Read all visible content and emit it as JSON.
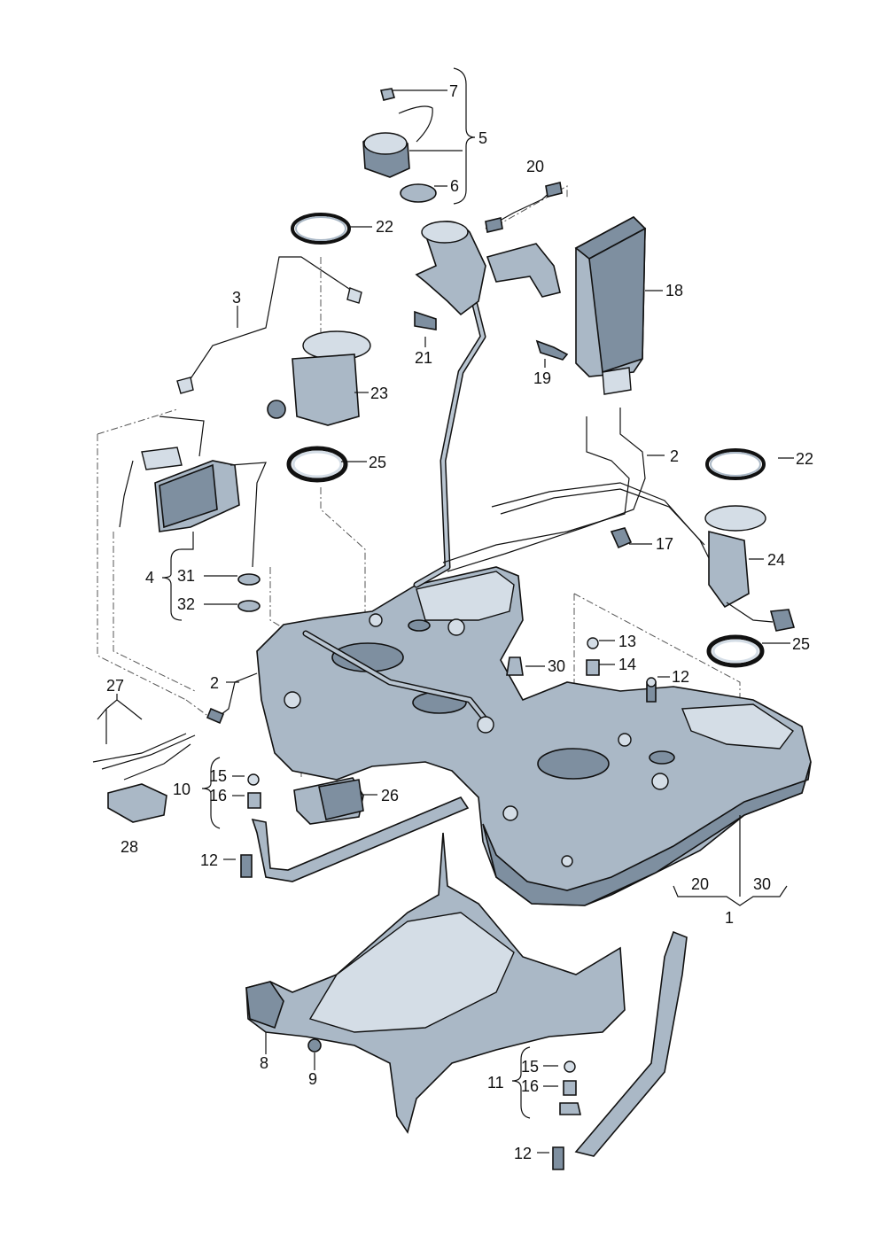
{
  "labels": [
    {
      "id": "l7",
      "text": "7"
    },
    {
      "id": "l5",
      "text": "5"
    },
    {
      "id": "l6",
      "text": "6"
    },
    {
      "id": "l20a",
      "text": "20"
    },
    {
      "id": "l22a",
      "text": "22"
    },
    {
      "id": "l3",
      "text": "3"
    },
    {
      "id": "l18",
      "text": "18"
    },
    {
      "id": "l21",
      "text": "21"
    },
    {
      "id": "l19",
      "text": "19"
    },
    {
      "id": "l23",
      "text": "23"
    },
    {
      "id": "l2a",
      "text": "2"
    },
    {
      "id": "l22b",
      "text": "22"
    },
    {
      "id": "l25a",
      "text": "25"
    },
    {
      "id": "l17",
      "text": "17"
    },
    {
      "id": "l24",
      "text": "24"
    },
    {
      "id": "l4",
      "text": "4"
    },
    {
      "id": "l31",
      "text": "31"
    },
    {
      "id": "l32",
      "text": "32"
    },
    {
      "id": "l25b",
      "text": "25"
    },
    {
      "id": "l13",
      "text": "13"
    },
    {
      "id": "l30a",
      "text": "30"
    },
    {
      "id": "l14",
      "text": "14"
    },
    {
      "id": "l12a",
      "text": "12"
    },
    {
      "id": "l27",
      "text": "27"
    },
    {
      "id": "l2b",
      "text": "2"
    },
    {
      "id": "l15a",
      "text": "15"
    },
    {
      "id": "l10",
      "text": "10"
    },
    {
      "id": "l16a",
      "text": "16"
    },
    {
      "id": "l26",
      "text": "26"
    },
    {
      "id": "l28",
      "text": "28"
    },
    {
      "id": "l12b",
      "text": "12"
    },
    {
      "id": "l20b",
      "text": "20"
    },
    {
      "id": "l30b",
      "text": "30"
    },
    {
      "id": "l1",
      "text": "1"
    },
    {
      "id": "l8",
      "text": "8"
    },
    {
      "id": "l9",
      "text": "9"
    },
    {
      "id": "l15b",
      "text": "15"
    },
    {
      "id": "l11",
      "text": "11"
    },
    {
      "id": "l16b",
      "text": "16"
    },
    {
      "id": "l12c",
      "text": "12"
    }
  ]
}
